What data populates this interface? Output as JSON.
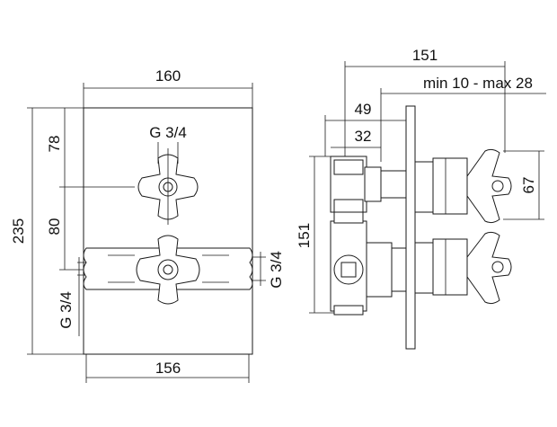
{
  "front_view": {
    "width_top": "160",
    "height_total": "235",
    "spacing_upper": "78",
    "spacing_middle": "80",
    "width_bottom": "156",
    "connection_top": "G 3/4",
    "connection_left": "G 3/4",
    "connection_right": "G 3/4"
  },
  "side_view": {
    "overall_depth": "151",
    "wall_range": "min 10 - max 28",
    "depth_49": "49",
    "depth_32": "32",
    "body_height": "151",
    "handle_spacing": "67"
  }
}
